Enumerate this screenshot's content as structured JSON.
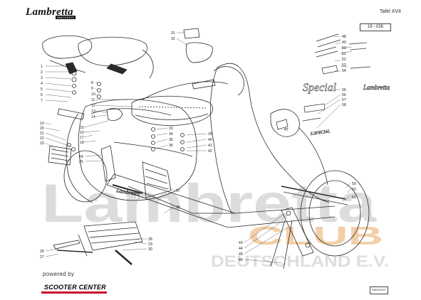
{
  "header": {
    "brand": "Lambretta",
    "brand_sub": "INNOCENTI",
    "plate": "Tafel XVII",
    "ref_code": "19 - 026"
  },
  "watermark": {
    "main": "Lambretta",
    "club_word": "CLUB",
    "club_line": "DEUTSCHLAND E.V."
  },
  "footer": {
    "powered_by": "powered by",
    "sponsor": "SCOOTER CENTER",
    "maker_badge": "INNOCENTI"
  },
  "badges": {
    "b1": "Special",
    "b2": "Lambretta",
    "b3": "Lambretta",
    "b4": "S.SPECIAL"
  },
  "colors": {
    "line": "#2a2a2a",
    "watermark_grey": "#d9d9d9",
    "watermark_orange": "#f2c9a0",
    "sponsor_red": "#c8102e"
  },
  "callouts": {
    "left": [
      "1",
      "2",
      "3",
      "4",
      "5",
      "6",
      "7"
    ],
    "col2": [
      "8",
      "9",
      "10",
      "11",
      "12",
      "13",
      "14"
    ],
    "col3": [
      "15",
      "16",
      "17",
      "18"
    ],
    "left2": [
      "19",
      "20",
      "21",
      "22",
      "23"
    ],
    "side": [
      "24",
      "25"
    ],
    "tools": [
      "26",
      "27"
    ],
    "bag": [
      "28",
      "29",
      "30"
    ],
    "top": [
      "31",
      "32"
    ],
    "mid": [
      "33",
      "34",
      "35",
      "36"
    ],
    "mid2": [
      "37",
      "38"
    ],
    "right_mid": [
      "39",
      "40",
      "41",
      "42"
    ],
    "stand": [
      "43",
      "44",
      "45",
      "46"
    ],
    "badge_nums": [
      "48",
      "49",
      "50",
      "51",
      "52",
      "53",
      "54",
      "55",
      "56",
      "57",
      "58"
    ],
    "single": [
      "47"
    ],
    "rear": [
      "59",
      "60",
      "61"
    ]
  }
}
